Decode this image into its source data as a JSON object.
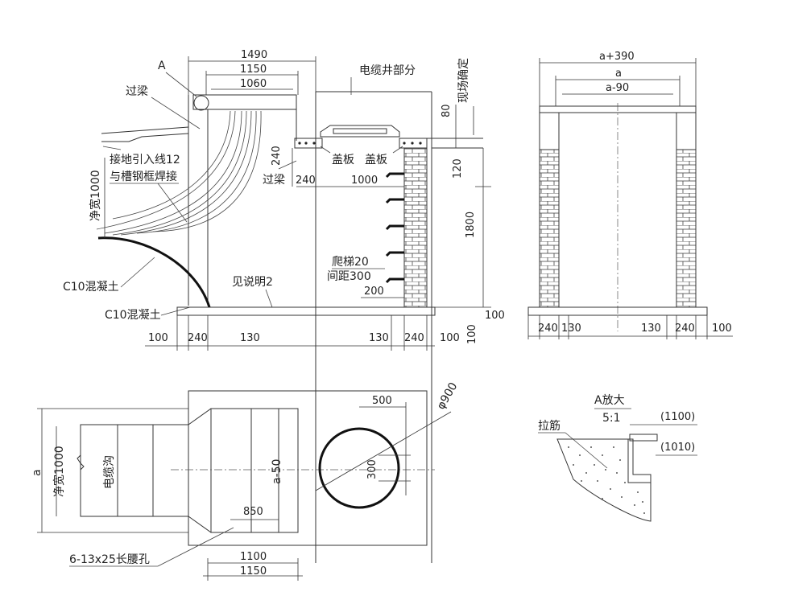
{
  "labels": {
    "a_mark": "A",
    "beam_top": "过梁",
    "cable_well": "电缆井部分",
    "site_determine": "现场确定",
    "grounding_1": "接地引入线12",
    "grounding_2": "与槽钢框焊接",
    "net_width": "净宽1000",
    "cover_1": "盖板",
    "cover_2": "盖板",
    "beam_mid": "过梁",
    "c10_1": "C10混凝土",
    "c10_2": "C10混凝土",
    "see_note": "见说明2",
    "ladder_1": "爬梯20",
    "ladder_2": "间距300",
    "cable_trench": "电缆沟",
    "slot_holes": "6-13x25长腰孔",
    "enlarge_title": "A放大",
    "enlarge_scale": "5:1",
    "tie_bar": "拉筋",
    "plan_a": "a",
    "plan_net_width": "净宽1000",
    "plan_a50": "a-50",
    "phi900": "φ900"
  },
  "dims": {
    "d1490": "1490",
    "d1150": "1150",
    "d1060": "1060",
    "d80": "80",
    "d240v": "240",
    "d240": "240",
    "d1000": "1000",
    "d120": "120",
    "d1800": "1800",
    "d200": "200",
    "d100_right": "100",
    "b100a": "100",
    "b240a": "240",
    "b130a": "130",
    "b130b": "130",
    "b240b": "240",
    "b100b": "100",
    "b100v": "100",
    "s_a390": "a+390",
    "s_a": "a",
    "s_a90": "a-90",
    "s240a": "240",
    "s130a": "130",
    "s130b": "130",
    "s240b": "240",
    "s100": "100",
    "p500": "500",
    "p300": "300",
    "p850": "850",
    "p1100": "1100",
    "p1150": "1150",
    "e1100": "(1100)",
    "e1010": "(1010)"
  }
}
